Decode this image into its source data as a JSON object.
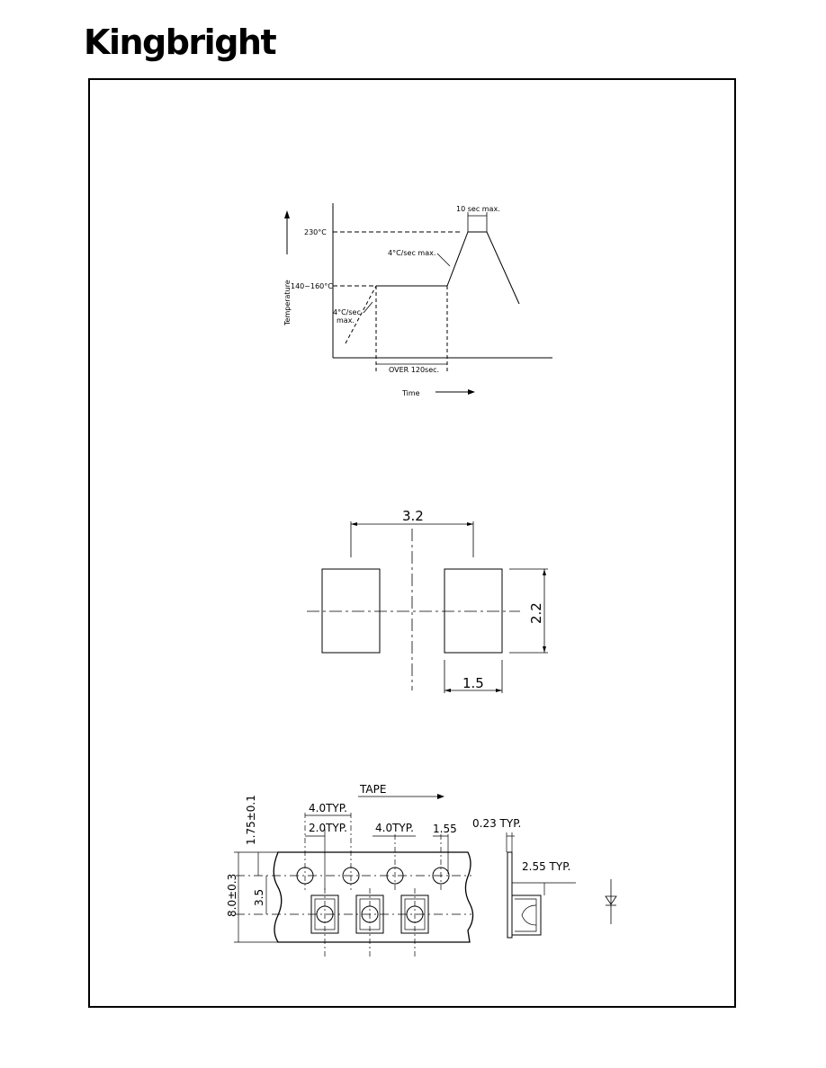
{
  "header": {
    "brand": "Kingbright"
  },
  "soldering_profile": {
    "y_axis_label": "Temperature",
    "x_axis_label": "Time",
    "peak_temp": "230°C",
    "preheat_temp": "140~160°C",
    "peak_hold": "10 sec max.",
    "ramp_up_note": "4°C/sec max.",
    "preheat_ramp_line1": "4°C/sec",
    "preheat_ramp_line2": "max.",
    "preheat_time": "OVER 120sec."
  },
  "pad_layout": {
    "pitch": "3.2",
    "height": "2.2",
    "width": "1.5"
  },
  "tape": {
    "direction_label": "TAPE",
    "pitch_4_a": "4.0TYP.",
    "pitch_2": "2.0TYP.",
    "pitch_4_b": "4.0TYP.",
    "hole_dia": "1.55",
    "edge_offset": "1.75±0.1",
    "row_offset": "3.5",
    "tape_width": "8.0±0.3",
    "thickness": "0.23 TYP.",
    "pocket_depth": "2.55 TYP."
  }
}
